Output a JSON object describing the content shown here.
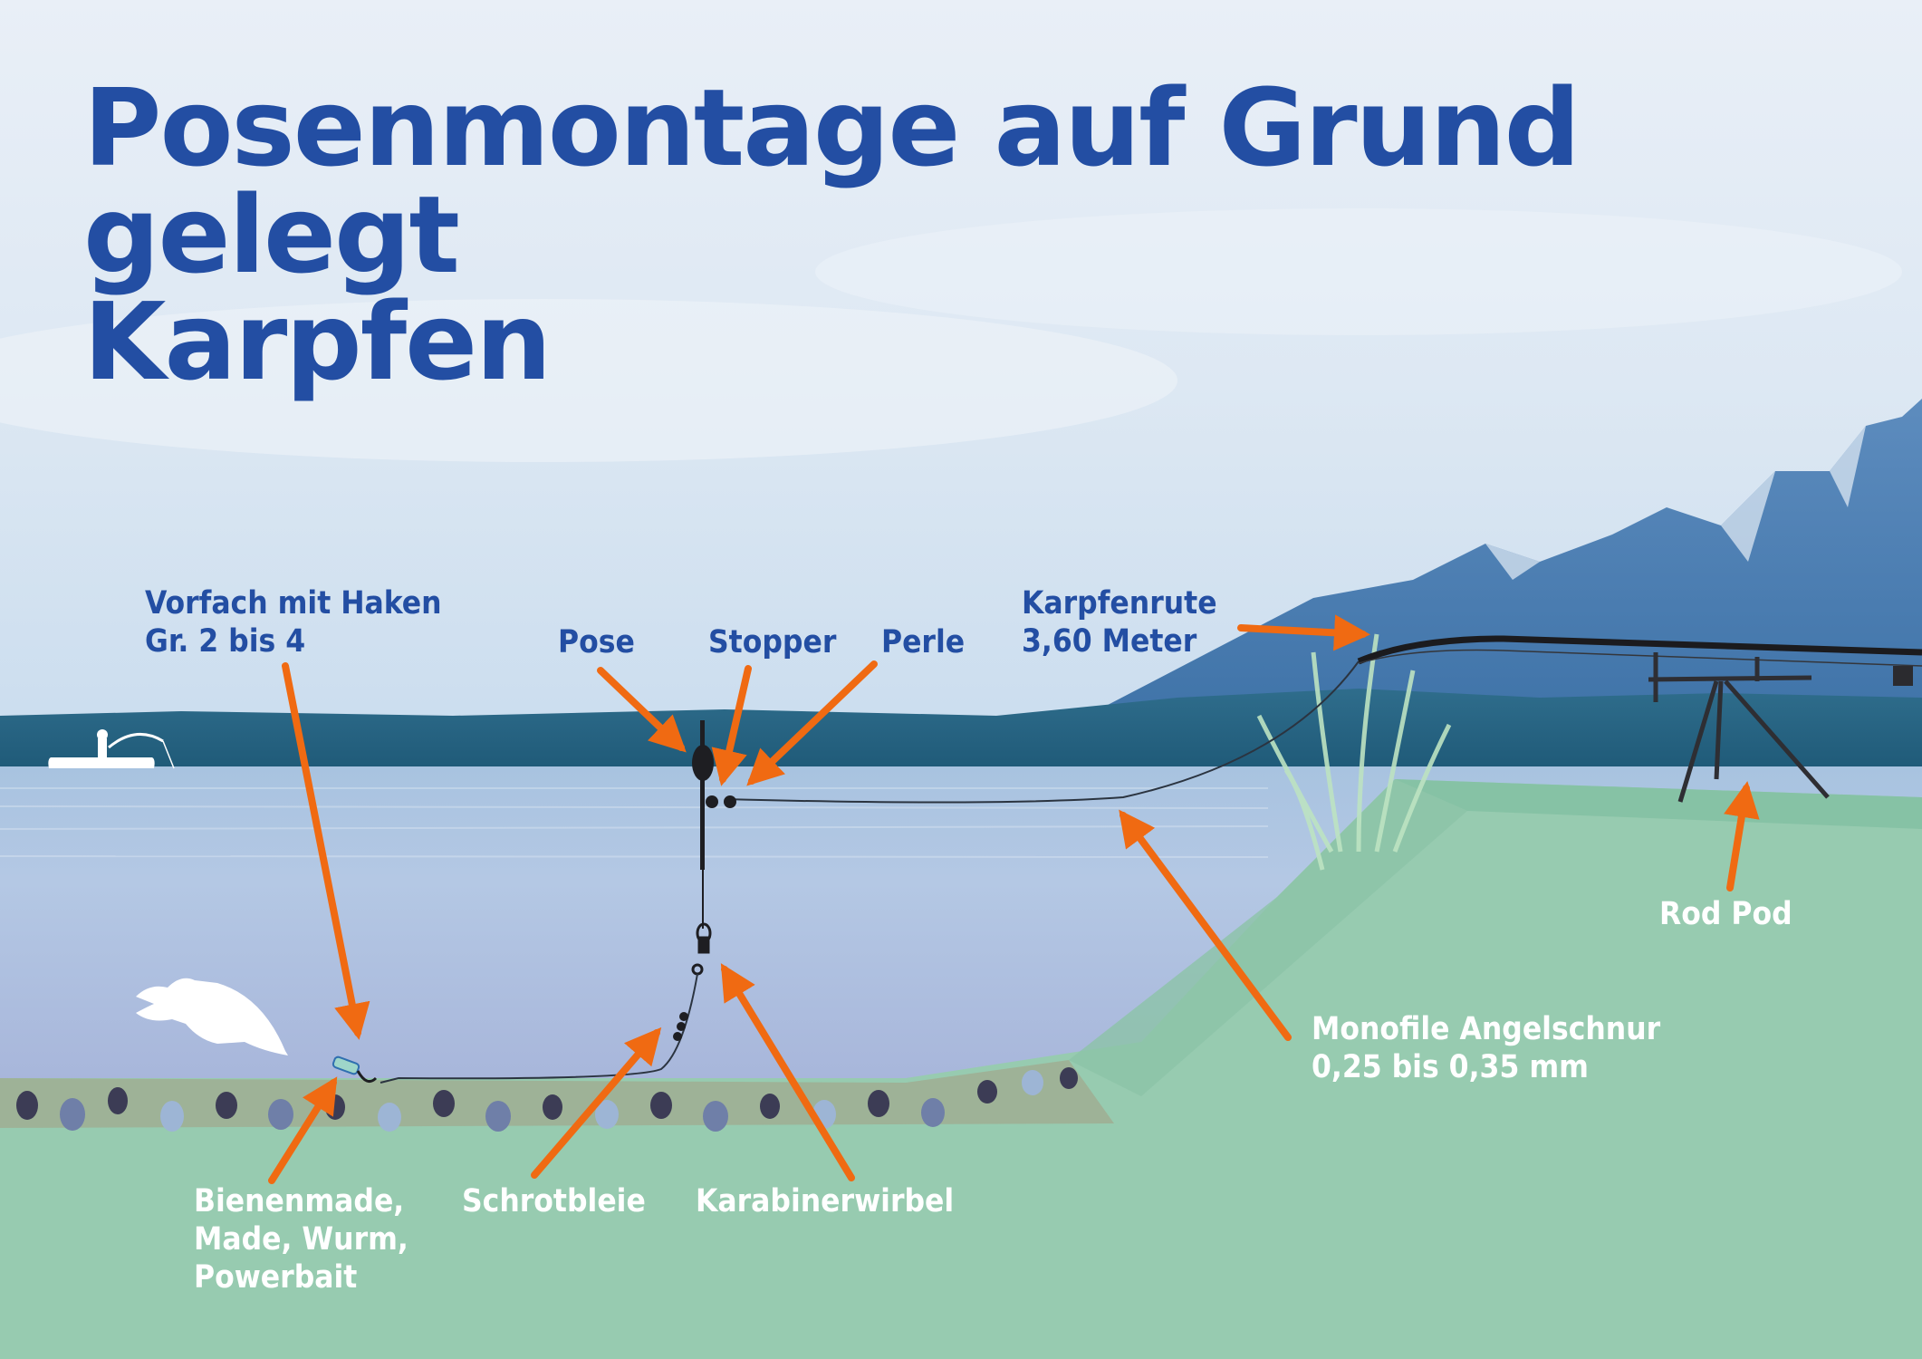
{
  "title": {
    "line1": "Posenmontage auf Grund gelegt",
    "line2": "Karpfen"
  },
  "colors": {
    "title": "#234ea3",
    "arrow": "#f06a12",
    "bank_green": "#97cbb0",
    "sky": "#dfeaf5",
    "water": "#a4b8da",
    "label_on_green": "#ffffff"
  },
  "labels": {
    "vorfach": {
      "line1": "Vorfach mit Haken",
      "line2": "Gr. 2 bis 4"
    },
    "pose": {
      "line1": "Pose"
    },
    "stopper": {
      "line1": "Stopper"
    },
    "perle": {
      "line1": "Perle"
    },
    "karpfenrute": {
      "line1": "Karpfenrute",
      "line2": "3,60 Meter"
    },
    "rod_pod": {
      "line1": "Rod Pod"
    },
    "monofil": {
      "line1": "Monofile Angelschnur",
      "line2": "0,25 bis 0,35 mm"
    },
    "koeder": {
      "line1": "Bienenmade,",
      "line2": "Made, Wurm,",
      "line3": "Powerbait"
    },
    "schrotbleie": {
      "line1": "Schrotbleie"
    },
    "karabinerwirbel": {
      "line1": "Karabinerwirbel"
    }
  },
  "icons": [
    "boat-angler-icon",
    "carp-fish-icon",
    "float-icon",
    "swivel-icon",
    "hook-bait-icon",
    "rod-icon",
    "rod-pod-icon",
    "reed-icon",
    "mountains-icon"
  ]
}
